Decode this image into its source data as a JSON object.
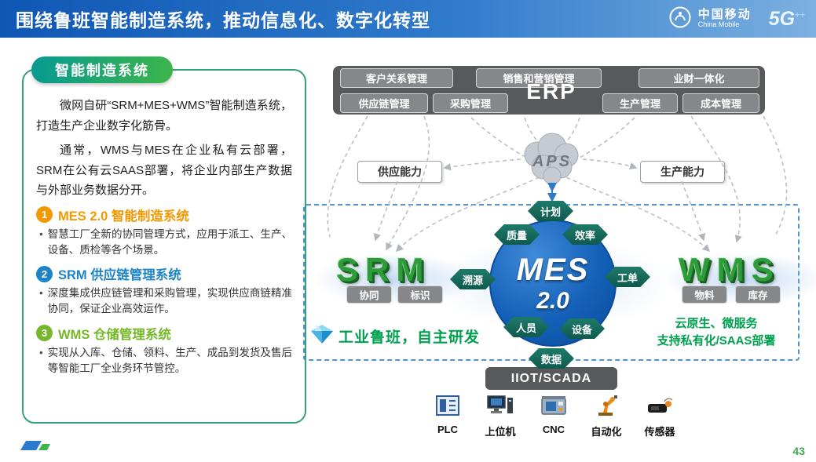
{
  "header": {
    "title": "围绕鲁班智能制造系统，推动信息化、数字化转型",
    "brand": {
      "name_cn": "中国移动",
      "name_en": "China Mobile",
      "logo_5g": "5G",
      "logo_5g_sup": "++"
    }
  },
  "panel": {
    "badge": "智能制造系统",
    "intro_p1": "微网自研“SRM+MES+WMS”智能制造系统，打造生产企业数字化筋骨。",
    "intro_p2": "通常，WMS与MES在企业私有云部署，SRM在公有云SAAS部署，将企业内部生产数据与外部业务数据分开。",
    "items": [
      {
        "num": "1",
        "title": "MES 2.0 智能制造系统",
        "color": "#f39800",
        "desc": "智慧工厂全新的协同管理方式，应用于派工、生产、设备、质检等各个场景。"
      },
      {
        "num": "2",
        "title": "SRM 供应链管理系统",
        "color": "#1d84c8",
        "desc": "深度集成供应链管理和采购管理，实现供应商链精准协同，保证企业高效运作。"
      },
      {
        "num": "3",
        "title": "WMS 仓储管理系统",
        "color": "#76b82a",
        "desc": "实现从入库、仓储、领料、生产、成品到发货及售后等智能工厂全业务环节管控。"
      }
    ]
  },
  "diagram": {
    "erp": {
      "label": "ERP",
      "modules_top": [
        "客户关系管理",
        "销售和营销管理",
        "业财一体化"
      ],
      "modules_left": [
        "供应链管理",
        "采购管理"
      ],
      "modules_right": [
        "生产管理",
        "成本管理"
      ]
    },
    "aps_label": "APS",
    "capability_left": "供应能力",
    "capability_right": "生产能力",
    "mes_line1": "MES",
    "mes_line2": "2.0",
    "hexagons": [
      "计划",
      "质量",
      "效率",
      "溯源",
      "工单",
      "人员",
      "设备",
      "数据"
    ],
    "srm_title": "SRM",
    "srm_badges": [
      "协同",
      "标识"
    ],
    "wms_title": "WMS",
    "wms_badges": [
      "物料",
      "库存"
    ],
    "luban_note": "工业鲁班，自主研发",
    "cloud_note_line1": "云原生、微服务",
    "cloud_note_line2": "支持私有化/SAAS部署",
    "iiot_label": "IIOT/SCADA",
    "devices": [
      "PLC",
      "上位机",
      "CNC",
      "自动化",
      "传感器"
    ]
  },
  "footer": {
    "page_number": "43"
  }
}
